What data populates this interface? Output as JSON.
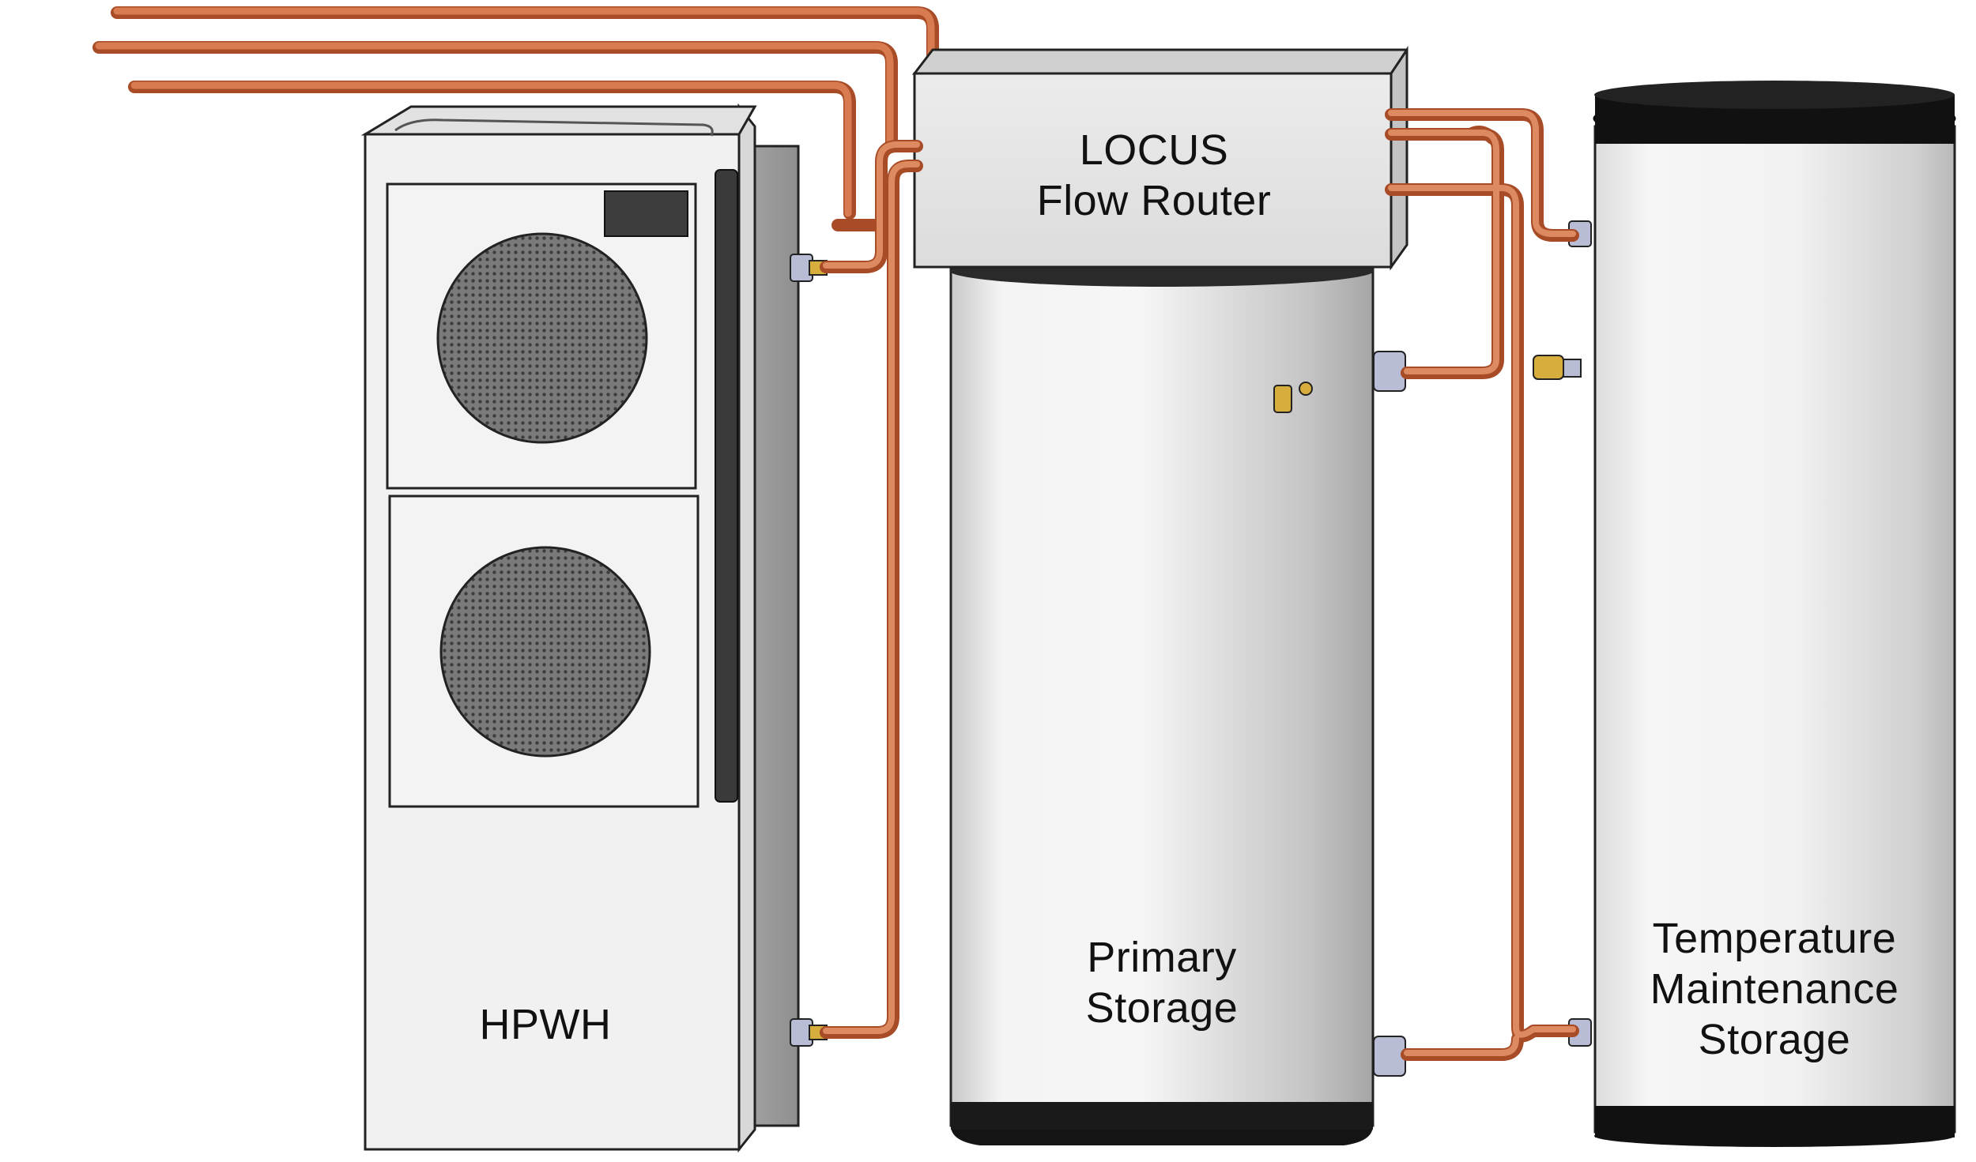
{
  "labels": {
    "hpwh": "HPWH",
    "router_line1": "LOCUS",
    "router_line2": "Flow Router",
    "primary_line1": "Primary",
    "primary_line2": "Storage",
    "temp_line1": "Temperature",
    "temp_line2": "Maintenance",
    "temp_line3": "Storage"
  },
  "colors": {
    "copper": "#c8643a",
    "copper_highlight": "#e8a080",
    "tank_body": "#e9e9e9",
    "tank_cap": "#141414",
    "hpwh_panel": "#f1f1f1",
    "grille": "#6f6f6f",
    "brass": "#d7ad3e",
    "fitting": "#b8bcd4"
  },
  "components": [
    {
      "id": "hpwh",
      "icon": "heat-pump-water-heater-icon"
    },
    {
      "id": "router",
      "icon": "flow-router-box-icon"
    },
    {
      "id": "primary",
      "icon": "storage-tank-icon"
    },
    {
      "id": "temp",
      "icon": "storage-tank-icon"
    }
  ]
}
